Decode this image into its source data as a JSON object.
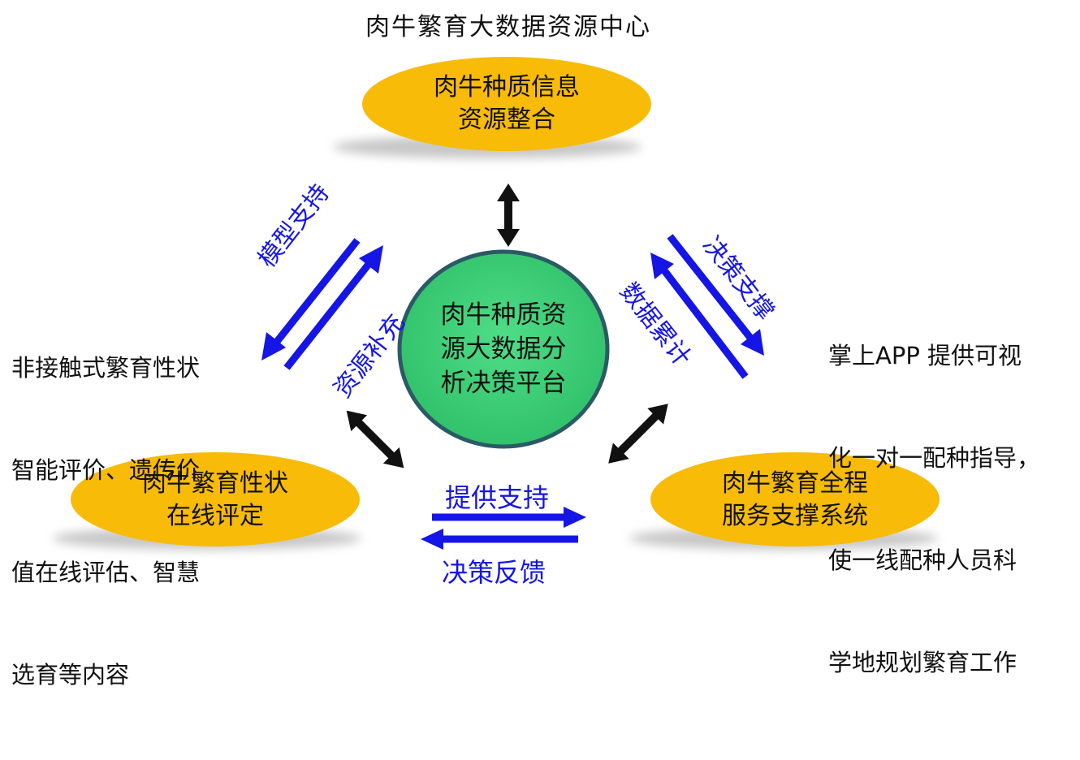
{
  "title": "肉牛繁育大数据资源中心",
  "nodes": {
    "top": {
      "lines": [
        "肉牛种质信息",
        "资源整合"
      ]
    },
    "center": {
      "lines": [
        "肉牛种质资",
        "源大数据分",
        "析决策平台"
      ]
    },
    "bottom_left": {
      "lines": [
        "肉牛繁育性状",
        "在线评定"
      ]
    },
    "bottom_right": {
      "lines": [
        "肉牛繁育全程",
        "服务支撑系统"
      ]
    }
  },
  "arrow_labels": {
    "left_outer": "模型支持",
    "left_inner": "资源补充",
    "right_outer": "决策支撑",
    "right_inner": "数据累计",
    "bottom_top": "提供支持",
    "bottom_bottom": "决策反馈"
  },
  "side_notes": {
    "left": [
      "非接触式繁育性状",
      "智能评价、遗传价",
      "值在线评估、智慧",
      "选育等内容"
    ],
    "right": [
      "掌上APP 提供可视",
      "化一对一配种指导，",
      "使一线配种人员科",
      "学地规划繁育工作"
    ]
  },
  "colors": {
    "ellipse_fill": "#f8bb07",
    "center_fill": "#3ccc74",
    "center_border": "#2b5a66",
    "arrow_blue": "#1515e6",
    "connector_black": "#111111"
  }
}
